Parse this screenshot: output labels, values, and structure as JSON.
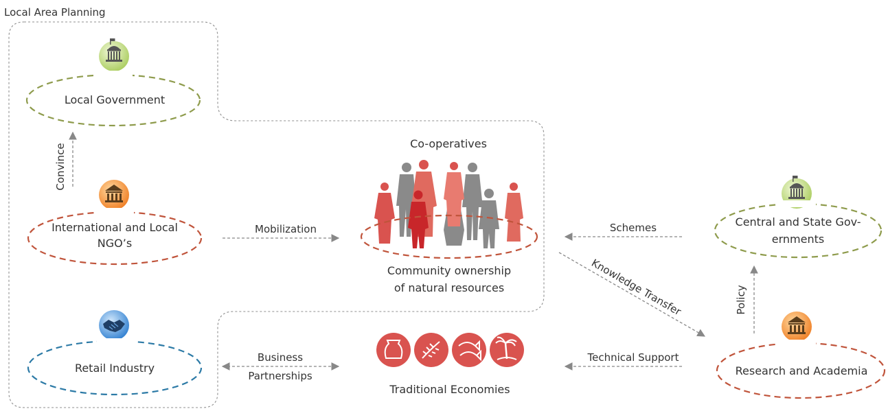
{
  "region_label": "Local Area Planning",
  "nodes": {
    "local_government": {
      "label": "Local Government",
      "color": "#8e9b4c"
    },
    "ngo": {
      "label_line1": "International and Local",
      "label_line2": "NGO’s",
      "color": "#c0543b"
    },
    "retail": {
      "label": "Retail Industry",
      "color": "#2c7aa6"
    },
    "central_state": {
      "label_line1": "Central and State Gov-",
      "label_line2": "ernments",
      "color": "#8e9b4c"
    },
    "research": {
      "label": "Research and Academia",
      "color": "#c0543b"
    }
  },
  "center": {
    "title": "Co-operatives",
    "caption_line1": "Community ownership",
    "caption_line2": "of natural resources",
    "economies": "Traditional Economies"
  },
  "arrows": {
    "convince": "Convince",
    "mobilization": "Mobilization",
    "schemes": "Schemes",
    "knowledge_transfer": "Knowledge Transfer",
    "policy": "Policy",
    "business_line1": "Business",
    "business_line2": "Partnerships",
    "technical_support": "Technical Support"
  },
  "icons": {
    "government": "government-building-icon",
    "institution": "institution-building-icon",
    "handshake": "handshake-icon",
    "economies": [
      "pottery-icon",
      "grain-icon",
      "fish-icon",
      "palm-tree-icon"
    ]
  },
  "colors": {
    "accent_red": "#d9534f",
    "figure_gray": "#8a8a8a",
    "arrow": "#888888"
  }
}
